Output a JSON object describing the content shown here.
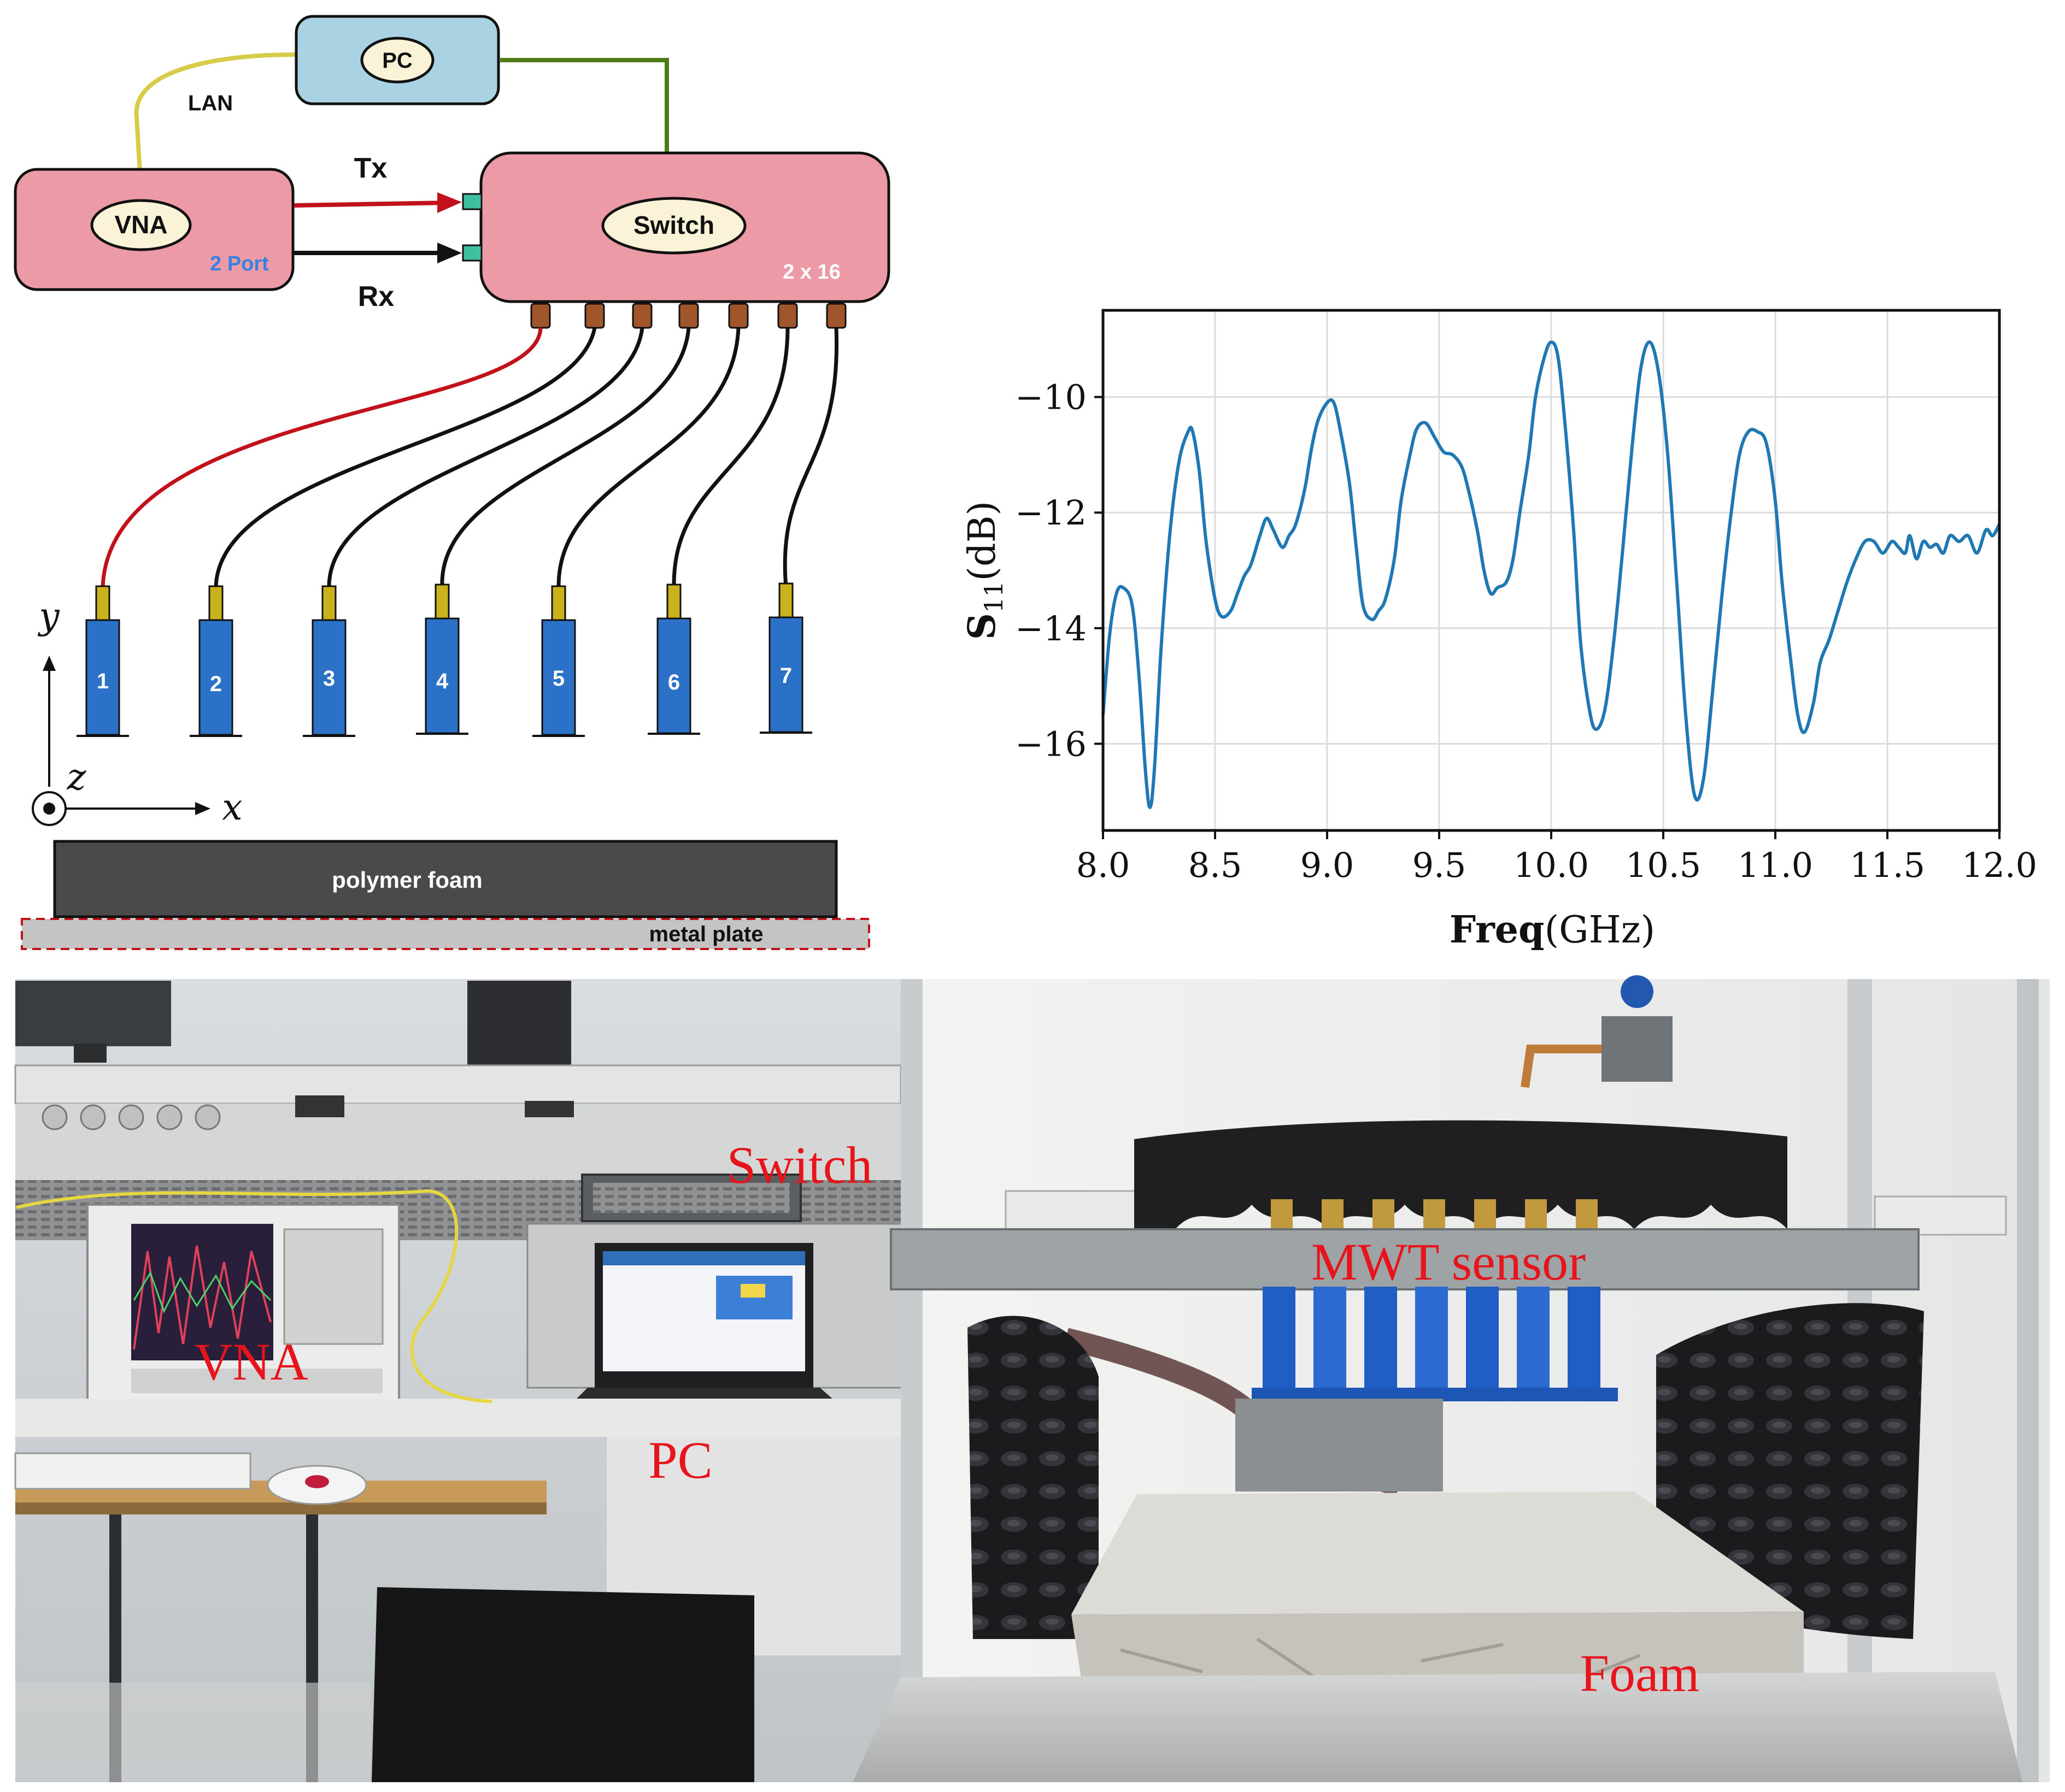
{
  "diagram": {
    "pc_label": "PC",
    "lan_label": "LAN",
    "vna_label": "VNA",
    "vna_ports": "2 Port",
    "switch_label": "Switch",
    "switch_ports": "2 x 16",
    "tx_label": "Tx",
    "rx_label": "Rx",
    "antennas": [
      "1",
      "2",
      "3",
      "4",
      "5",
      "6",
      "7"
    ],
    "axis_y": "y",
    "axis_z": "z",
    "axis_x": "x",
    "foam_label": "polymer foam",
    "metal_label": "metal plate",
    "colors": {
      "box_pink": "#ec9aa5",
      "box_blue": "#a9d3e3",
      "antenna_blue": "#2b71c7",
      "connector_gold": "#c9b21c",
      "cable_red": "#c2111b",
      "lan_yellow": "#d6cc47",
      "pc_green": "#4f7a1a"
    }
  },
  "chart_data": {
    "type": "line",
    "xlabel_bold": "Freq",
    "xlabel_unit": "(GHz)",
    "ylabel_main": "S",
    "ylabel_sub": "11",
    "ylabel_unit": "(dB)",
    "xlim": [
      8.0,
      12.0
    ],
    "ylim": [
      -17.5,
      -8.5
    ],
    "xticks": [
      "8.0",
      "8.5",
      "9.0",
      "9.5",
      "10.0",
      "10.5",
      "11.0",
      "11.5",
      "12.0"
    ],
    "xtick_values": [
      8.0,
      8.5,
      9.0,
      9.5,
      10.0,
      10.5,
      11.0,
      11.5,
      12.0
    ],
    "yticks": [
      "−10",
      "−12",
      "−14",
      "−16"
    ],
    "ytick_values": [
      -10,
      -12,
      -14,
      -16
    ],
    "grid": true,
    "line_color": "#1f77b4",
    "series": [
      {
        "x": [
          8.0,
          8.03,
          8.06,
          8.09,
          8.13,
          8.16,
          8.19,
          8.21,
          8.23,
          8.26,
          8.3,
          8.34,
          8.38,
          8.4,
          8.43,
          8.46,
          8.5,
          8.53,
          8.57,
          8.6,
          8.63,
          8.66,
          8.7,
          8.73,
          8.76,
          8.8,
          8.83,
          8.86,
          8.9,
          8.93,
          8.96,
          9.0,
          9.03,
          9.06,
          9.1,
          9.13,
          9.16,
          9.2,
          9.23,
          9.26,
          9.3,
          9.33,
          9.37,
          9.4,
          9.44,
          9.48,
          9.52,
          9.56,
          9.6,
          9.63,
          9.67,
          9.7,
          9.73,
          9.76,
          9.8,
          9.83,
          9.86,
          9.9,
          9.93,
          9.97,
          10.0,
          10.03,
          10.06,
          10.1,
          10.13,
          10.17,
          10.2,
          10.24,
          10.28,
          10.32,
          10.36,
          10.4,
          10.44,
          10.48,
          10.52,
          10.56,
          10.6,
          10.64,
          10.68,
          10.72,
          10.76,
          10.8,
          10.84,
          10.88,
          10.92,
          10.96,
          11.0,
          11.03,
          11.07,
          11.1,
          11.13,
          11.17,
          11.2,
          11.24,
          11.28,
          11.32,
          11.36,
          11.4,
          11.44,
          11.48,
          11.52,
          11.55,
          11.58,
          11.6,
          11.63,
          11.66,
          11.69,
          11.72,
          11.75,
          11.78,
          11.82,
          11.86,
          11.9,
          11.94,
          11.97,
          12.0
        ],
        "y": [
          -15.5,
          -14.1,
          -13.4,
          -13.3,
          -13.6,
          -14.8,
          -16.5,
          -17.1,
          -16.4,
          -14.3,
          -12.3,
          -11.1,
          -10.6,
          -10.6,
          -11.3,
          -12.5,
          -13.5,
          -13.8,
          -13.7,
          -13.4,
          -13.1,
          -12.9,
          -12.4,
          -12.1,
          -12.3,
          -12.6,
          -12.4,
          -12.2,
          -11.6,
          -10.9,
          -10.4,
          -10.1,
          -10.1,
          -10.6,
          -11.5,
          -12.6,
          -13.6,
          -13.85,
          -13.7,
          -13.5,
          -12.8,
          -11.8,
          -11.0,
          -10.55,
          -10.45,
          -10.7,
          -10.95,
          -11.0,
          -11.2,
          -11.6,
          -12.3,
          -13.0,
          -13.4,
          -13.3,
          -13.2,
          -12.8,
          -12.0,
          -11.0,
          -10.0,
          -9.3,
          -9.05,
          -9.3,
          -10.4,
          -12.3,
          -14.2,
          -15.4,
          -15.75,
          -15.4,
          -14.2,
          -12.6,
          -10.9,
          -9.5,
          -9.05,
          -9.6,
          -11.0,
          -13.2,
          -15.5,
          -16.9,
          -16.6,
          -15.1,
          -13.5,
          -12.1,
          -11.0,
          -10.6,
          -10.6,
          -10.8,
          -11.8,
          -13.2,
          -14.6,
          -15.5,
          -15.8,
          -15.3,
          -14.6,
          -14.2,
          -13.7,
          -13.2,
          -12.8,
          -12.5,
          -12.5,
          -12.7,
          -12.5,
          -12.6,
          -12.7,
          -12.4,
          -12.8,
          -12.5,
          -12.6,
          -12.55,
          -12.7,
          -12.4,
          -12.5,
          -12.4,
          -12.7,
          -12.3,
          -12.4,
          -12.2
        ]
      }
    ]
  },
  "photo": {
    "labels": {
      "switch": "Switch",
      "vna": "VNA",
      "pc": "PC",
      "mwt": "MWT sensor",
      "foam": "Foam"
    },
    "label_color": "#e8141c"
  }
}
